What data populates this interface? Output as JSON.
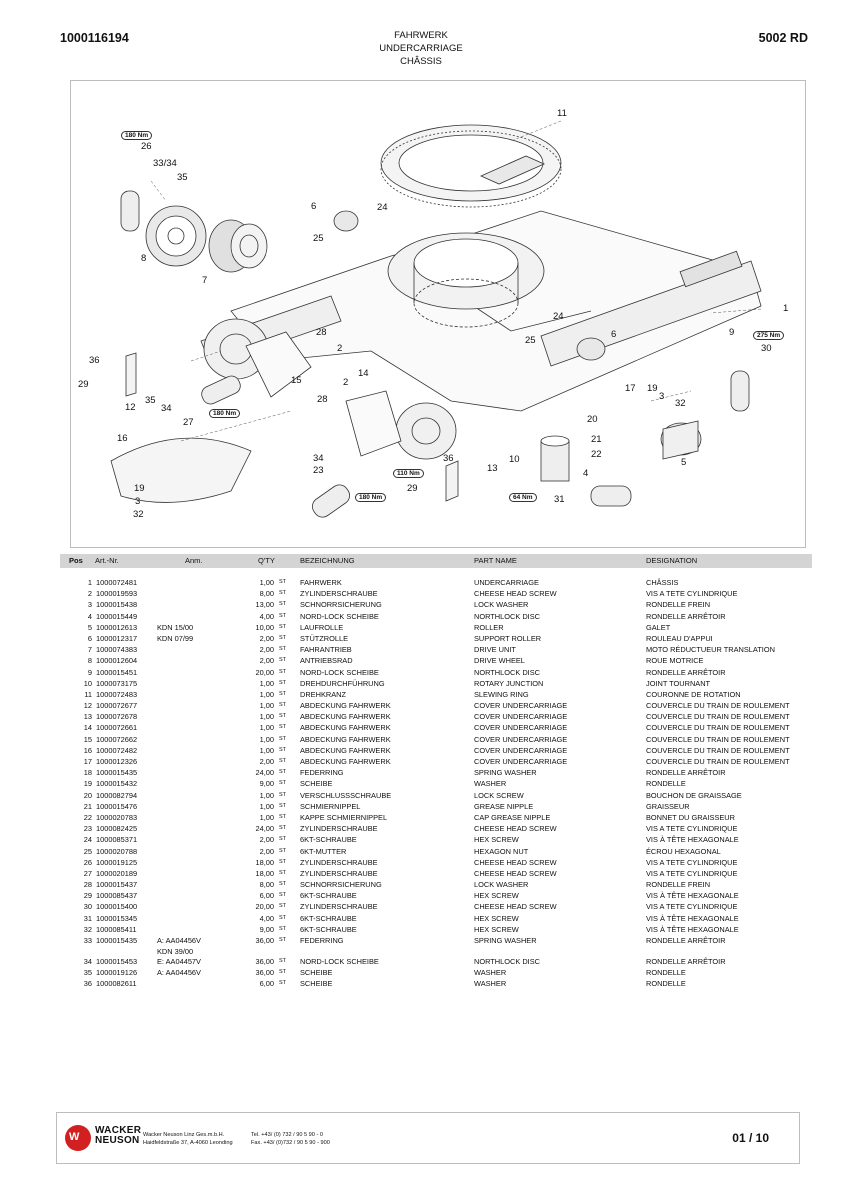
{
  "header": {
    "doc_number": "1000116194",
    "model": "5002 RD",
    "title_de": "FAHRWERK",
    "title_en": "UNDERCARRIAGE",
    "title_fr": "CHÂSSIS"
  },
  "figure": {
    "callouts": [
      "11",
      "26",
      "33/34",
      "35",
      "8",
      "7",
      "6",
      "24",
      "25",
      "1",
      "9",
      "30",
      "28",
      "2",
      "36",
      "29",
      "12",
      "35",
      "34",
      "27",
      "15",
      "14",
      "2",
      "28",
      "24",
      "6",
      "25",
      "17",
      "19",
      "3",
      "32",
      "16",
      "20",
      "21",
      "22",
      "5",
      "10",
      "4",
      "34",
      "23",
      "36",
      "13",
      "19",
      "3",
      "32",
      "29",
      "31"
    ],
    "torques": [
      "180 Nm",
      "180 Nm",
      "110 Nm",
      "180 Nm",
      "64 Nm",
      "275 Nm"
    ]
  },
  "table": {
    "headers": {
      "pos": "Pos",
      "art": "Art.-Nr.",
      "anm": "Anm.",
      "qty": "Q'TY",
      "de": "BEZEICHNUNG",
      "en": "PART NAME",
      "fr": "DESIGNATION"
    },
    "rows": [
      {
        "pos": "1",
        "art": "1000072481",
        "anm": "",
        "qty": "1,00",
        "unit": "ST",
        "de": "FAHRWERK",
        "en": "UNDERCARRIAGE",
        "fr": "CHÂSSIS"
      },
      {
        "pos": "2",
        "art": "1000019593",
        "anm": "",
        "qty": "8,00",
        "unit": "ST",
        "de": "ZYLINDERSCHRAUBE",
        "en": "CHEESE HEAD SCREW",
        "fr": "VIS A TETE CYLINDRIQUE"
      },
      {
        "pos": "3",
        "art": "1000015438",
        "anm": "",
        "qty": "13,00",
        "unit": "ST",
        "de": "SCHNORRSICHERUNG",
        "en": "LOCK WASHER",
        "fr": "RONDELLE FREIN"
      },
      {
        "pos": "4",
        "art": "1000015449",
        "anm": "",
        "qty": "4,00",
        "unit": "ST",
        "de": "NORD-LOCK SCHEIBE",
        "en": "NORTHLOCK DISC",
        "fr": "RONDELLE ARRÊTOIR"
      },
      {
        "pos": "5",
        "art": "1000012613",
        "anm": "KDN 15/00",
        "qty": "10,00",
        "unit": "ST",
        "de": "LAUFROLLE",
        "en": "ROLLER",
        "fr": "GALET"
      },
      {
        "pos": "6",
        "art": "1000012317",
        "anm": "KDN 07/99",
        "qty": "2,00",
        "unit": "ST",
        "de": "STÜTZROLLE",
        "en": "SUPPORT ROLLER",
        "fr": "ROULEAU D'APPUI"
      },
      {
        "pos": "7",
        "art": "1000074383",
        "anm": "",
        "qty": "2,00",
        "unit": "ST",
        "de": "FAHRANTRIEB",
        "en": "DRIVE UNIT",
        "fr": "MOTO RÉDUCTUEUR TRANSLATION"
      },
      {
        "pos": "8",
        "art": "1000012604",
        "anm": "",
        "qty": "2,00",
        "unit": "ST",
        "de": "ANTRIEBSRAD",
        "en": "DRIVE WHEEL",
        "fr": "ROUE MOTRICE"
      },
      {
        "pos": "9",
        "art": "1000015451",
        "anm": "",
        "qty": "20,00",
        "unit": "ST",
        "de": "NORD-LOCK SCHEIBE",
        "en": "NORTHLOCK DISC",
        "fr": "RONDELLE ARRÊTOIR"
      },
      {
        "pos": "10",
        "art": "1000073175",
        "anm": "",
        "qty": "1,00",
        "unit": "ST",
        "de": "DREHDURCHFÜHRUNG",
        "en": "ROTARY JUNCTION",
        "fr": "JOINT TOURNANT"
      },
      {
        "pos": "11",
        "art": "1000072483",
        "anm": "",
        "qty": "1,00",
        "unit": "ST",
        "de": "DREHKRANZ",
        "en": "SLEWING RING",
        "fr": "COURONNE DE ROTATION"
      },
      {
        "pos": "12",
        "art": "1000072677",
        "anm": "",
        "qty": "1,00",
        "unit": "ST",
        "de": "ABDECKUNG FAHRWERK",
        "en": "COVER UNDERCARRIAGE",
        "fr": "COUVERCLE DU TRAIN DE ROULEMENT"
      },
      {
        "pos": "13",
        "art": "1000072678",
        "anm": "",
        "qty": "1,00",
        "unit": "ST",
        "de": "ABDECKUNG FAHRWERK",
        "en": "COVER UNDERCARRIAGE",
        "fr": "COUVERCLE DU TRAIN DE ROULEMENT"
      },
      {
        "pos": "14",
        "art": "1000072661",
        "anm": "",
        "qty": "1,00",
        "unit": "ST",
        "de": "ABDECKUNG FAHRWERK",
        "en": "COVER UNDERCARRIAGE",
        "fr": "COUVERCLE DU TRAIN DE ROULEMENT"
      },
      {
        "pos": "15",
        "art": "1000072662",
        "anm": "",
        "qty": "1,00",
        "unit": "ST",
        "de": "ABDECKUNG FAHRWERK",
        "en": "COVER UNDERCARRIAGE",
        "fr": "COUVERCLE DU TRAIN DE ROULEMENT"
      },
      {
        "pos": "16",
        "art": "1000072482",
        "anm": "",
        "qty": "1,00",
        "unit": "ST",
        "de": "ABDECKUNG FAHRWERK",
        "en": "COVER UNDERCARRIAGE",
        "fr": "COUVERCLE DU TRAIN DE ROULEMENT"
      },
      {
        "pos": "17",
        "art": "1000012326",
        "anm": "",
        "qty": "2,00",
        "unit": "ST",
        "de": "ABDECKUNG FAHRWERK",
        "en": "COVER UNDERCARRIAGE",
        "fr": "COUVERCLE DU TRAIN DE ROULEMENT"
      },
      {
        "pos": "18",
        "art": "1000015435",
        "anm": "",
        "qty": "24,00",
        "unit": "ST",
        "de": "FEDERRING",
        "en": "SPRING WASHER",
        "fr": "RONDELLE ARRÊTOIR"
      },
      {
        "pos": "19",
        "art": "1000015432",
        "anm": "",
        "qty": "9,00",
        "unit": "ST",
        "de": "SCHEIBE",
        "en": "WASHER",
        "fr": "RONDELLE"
      },
      {
        "pos": "20",
        "art": "1000082794",
        "anm": "",
        "qty": "1,00",
        "unit": "ST",
        "de": "VERSCHLUSSSCHRAUBE",
        "en": "LOCK SCREW",
        "fr": "BOUCHON DE GRAISSAGE"
      },
      {
        "pos": "21",
        "art": "1000015476",
        "anm": "",
        "qty": "1,00",
        "unit": "ST",
        "de": "SCHMIERNIPPEL",
        "en": "GREASE NIPPLE",
        "fr": "GRAISSEUR"
      },
      {
        "pos": "22",
        "art": "1000020783",
        "anm": "",
        "qty": "1,00",
        "unit": "ST",
        "de": "KAPPE SCHMIERNIPPEL",
        "en": "CAP GREASE NIPPLE",
        "fr": "BONNET DU GRAISSEUR"
      },
      {
        "pos": "23",
        "art": "1000082425",
        "anm": "",
        "qty": "24,00",
        "unit": "ST",
        "de": "ZYLINDERSCHRAUBE",
        "en": "CHEESE HEAD SCREW",
        "fr": "VIS A TETE CYLINDRIQUE"
      },
      {
        "pos": "24",
        "art": "1000085371",
        "anm": "",
        "qty": "2,00",
        "unit": "ST",
        "de": "6KT-SCHRAUBE",
        "en": "HEX SCREW",
        "fr": "VIS À TÊTE HEXAGONALE"
      },
      {
        "pos": "25",
        "art": "1000020788",
        "anm": "",
        "qty": "2,00",
        "unit": "ST",
        "de": "6KT-MUTTER",
        "en": "HEXAGON NUT",
        "fr": "ÉCROU HEXAGONAL"
      },
      {
        "pos": "26",
        "art": "1000019125",
        "anm": "",
        "qty": "18,00",
        "unit": "ST",
        "de": "ZYLINDERSCHRAUBE",
        "en": "CHEESE HEAD SCREW",
        "fr": "VIS A TETE CYLINDRIQUE"
      },
      {
        "pos": "27",
        "art": "1000020189",
        "anm": "",
        "qty": "18,00",
        "unit": "ST",
        "de": "ZYLINDERSCHRAUBE",
        "en": "CHEESE HEAD SCREW",
        "fr": "VIS A TETE CYLINDRIQUE"
      },
      {
        "pos": "28",
        "art": "1000015437",
        "anm": "",
        "qty": "8,00",
        "unit": "ST",
        "de": "SCHNORRSICHERUNG",
        "en": "LOCK WASHER",
        "fr": "RONDELLE FREIN"
      },
      {
        "pos": "29",
        "art": "1000085437",
        "anm": "",
        "qty": "6,00",
        "unit": "ST",
        "de": "6KT-SCHRAUBE",
        "en": "HEX SCREW",
        "fr": "VIS À TÊTE HEXAGONALE"
      },
      {
        "pos": "30",
        "art": "1000015400",
        "anm": "",
        "qty": "20,00",
        "unit": "ST",
        "de": "ZYLINDERSCHRAUBE",
        "en": "CHEESE HEAD SCREW",
        "fr": "VIS A TETE CYLINDRIQUE"
      },
      {
        "pos": "31",
        "art": "1000015345",
        "anm": "",
        "qty": "4,00",
        "unit": "ST",
        "de": "6KT-SCHRAUBE",
        "en": "HEX SCREW",
        "fr": "VIS À TÊTE HEXAGONALE"
      },
      {
        "pos": "32",
        "art": "1000085411",
        "anm": "",
        "qty": "9,00",
        "unit": "ST",
        "de": "6KT-SCHRAUBE",
        "en": "HEX SCREW",
        "fr": "VIS À TÊTE HEXAGONALE"
      },
      {
        "pos": "33",
        "art": "1000015435",
        "anm": "A: AA04456V",
        "anm2": "KDN 39/00",
        "qty": "36,00",
        "unit": "ST",
        "de": "FEDERRING",
        "en": "SPRING WASHER",
        "fr": "RONDELLE ARRÊTOIR"
      },
      {
        "pos": "34",
        "art": "1000015453",
        "anm": "E: AA04457V",
        "qty": "36,00",
        "unit": "ST",
        "de": "NORD-LOCK SCHEIBE",
        "en": "NORTHLOCK DISC",
        "fr": "RONDELLE ARRÊTOIR"
      },
      {
        "pos": "35",
        "art": "1000019126",
        "anm": "A: AA04456V",
        "qty": "36,00",
        "unit": "ST",
        "de": "SCHEIBE",
        "en": "WASHER",
        "fr": "RONDELLE"
      },
      {
        "pos": "36",
        "art": "1000082611",
        "anm": "",
        "qty": "6,00",
        "unit": "ST",
        "de": "SCHEIBE",
        "en": "WASHER",
        "fr": "RONDELLE"
      }
    ]
  },
  "footer": {
    "brand_line1": "WACKER",
    "brand_line2": "NEUSON",
    "company": "Wacker Neuson Linz  Ges.m.b.H.",
    "address": "Haidfeldstraße 37, A-4060 Leonding",
    "tel": "Tel. +43/ (0) 732 / 90 5 90 - 0",
    "fax": "Fax. +43/ (0)732 / 90 5 90 - 900",
    "page": "01 / 10",
    "logo_color": "#d21f1f"
  }
}
